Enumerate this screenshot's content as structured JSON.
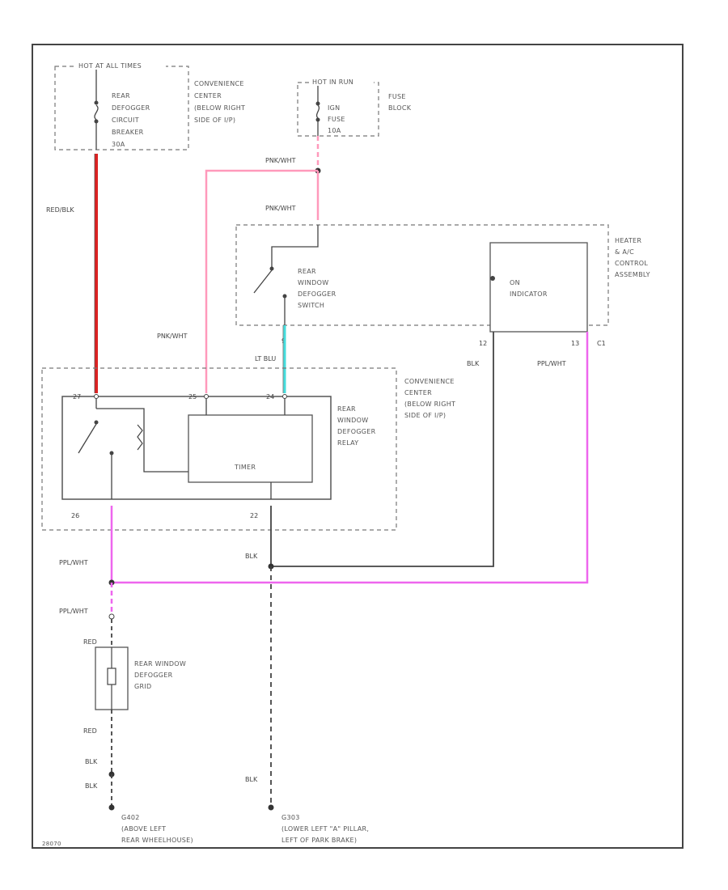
{
  "diagram": {
    "hot_at_all_times": "HOT AT ALL TIMES",
    "hot_in_run": "HOT IN RUN",
    "circuit_breaker": [
      "REAR",
      "DEFOGGER",
      "CIRCUIT",
      "BREAKER",
      "30A"
    ],
    "convenience_center_top": [
      "CONVENIENCE",
      "CENTER",
      "(BELOW RIGHT",
      "SIDE OF I/P)"
    ],
    "fuse": [
      "IGN",
      "FUSE",
      "10A"
    ],
    "fuse_block": [
      "FUSE",
      "BLOCK"
    ],
    "pnk_wht_1": "PNK/WHT",
    "pnk_wht_2": "PNK/WHT",
    "pnk_wht_3": "PNK/WHT",
    "red_blk": "RED/BLK",
    "switch_label": [
      "REAR",
      "WINDOW",
      "DEFOGGER",
      "SWITCH"
    ],
    "on_indicator": [
      "ON",
      "INDICATOR"
    ],
    "heater_ac": [
      "HEATER",
      "& A/C",
      "CONTROL",
      "ASSEMBLY"
    ],
    "pin_9": "9",
    "pin_12": "12",
    "pin_13": "13",
    "connector_c1": "C1",
    "lt_blu": "LT BLU",
    "blk_1": "BLK",
    "ppl_wht_1": "PPL/WHT",
    "convenience_center_mid": [
      "CONVENIENCE",
      "CENTER",
      "(BELOW RIGHT",
      "SIDE OF I/P)"
    ],
    "relay_label": [
      "REAR",
      "WINDOW",
      "DEFOGGER",
      "RELAY"
    ],
    "pin_27": "27",
    "pin_25": "25",
    "pin_24": "24",
    "timer": "TIMER",
    "pin_26": "26",
    "pin_22": "22",
    "ppl_wht_2": "PPL/WHT",
    "blk_2": "BLK",
    "ppl_wht_3": "PPL/WHT",
    "red_1": "RED",
    "grid_label": [
      "REAR WINDOW",
      "DEFOGGER",
      "GRID"
    ],
    "red_2": "RED",
    "blk_3": "BLK",
    "blk_4": "BLK",
    "blk_5": "BLK",
    "ground_left": [
      "G402",
      "(ABOVE LEFT",
      "REAR WHEELHOUSE)"
    ],
    "ground_right": [
      "G303",
      "(LOWER LEFT \"A\" PILLAR,",
      "LEFT OF PARK BRAKE)"
    ],
    "corner_code": "28070",
    "colors": {
      "red": "#dd2222",
      "pink": "#ff99bb",
      "violet": "#ee66ee",
      "cyan": "#44dddd",
      "dark": "#444444"
    }
  }
}
